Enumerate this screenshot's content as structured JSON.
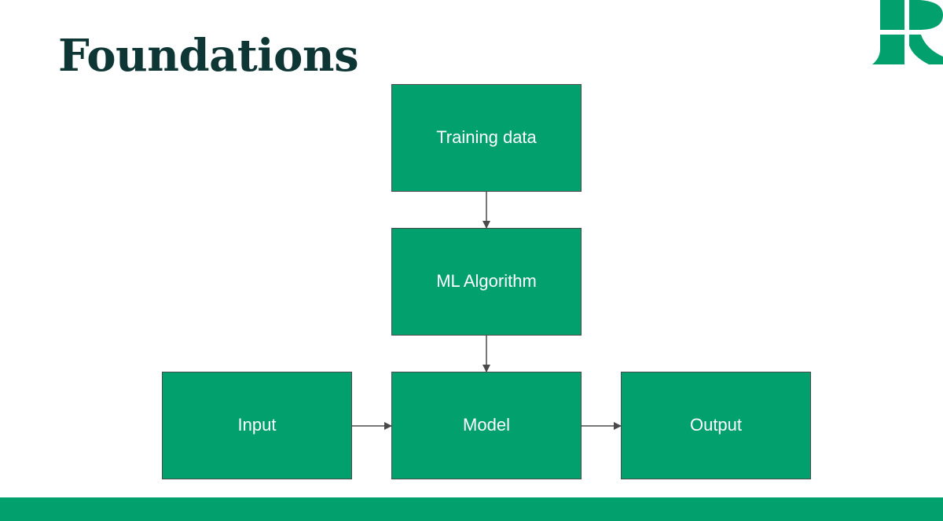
{
  "slide": {
    "title": "Foundations"
  },
  "colors": {
    "box_fill": "#02a06c",
    "box_stroke": "#4a4a4a",
    "arrow": "#4a4a4a",
    "title": "#0d3635",
    "brand_green": "#02a06c",
    "background": "#ffffff"
  },
  "logo": {
    "icon": "brand-r-logo-icon"
  },
  "diagram": {
    "nodes": {
      "training_data": "Training data",
      "ml_algorithm": "ML Algorithm",
      "input": "Input",
      "model": "Model",
      "output": "Output"
    },
    "edges": [
      {
        "from": "Training data",
        "to": "ML Algorithm"
      },
      {
        "from": "ML Algorithm",
        "to": "Model"
      },
      {
        "from": "Input",
        "to": "Model"
      },
      {
        "from": "Model",
        "to": "Output"
      }
    ]
  }
}
